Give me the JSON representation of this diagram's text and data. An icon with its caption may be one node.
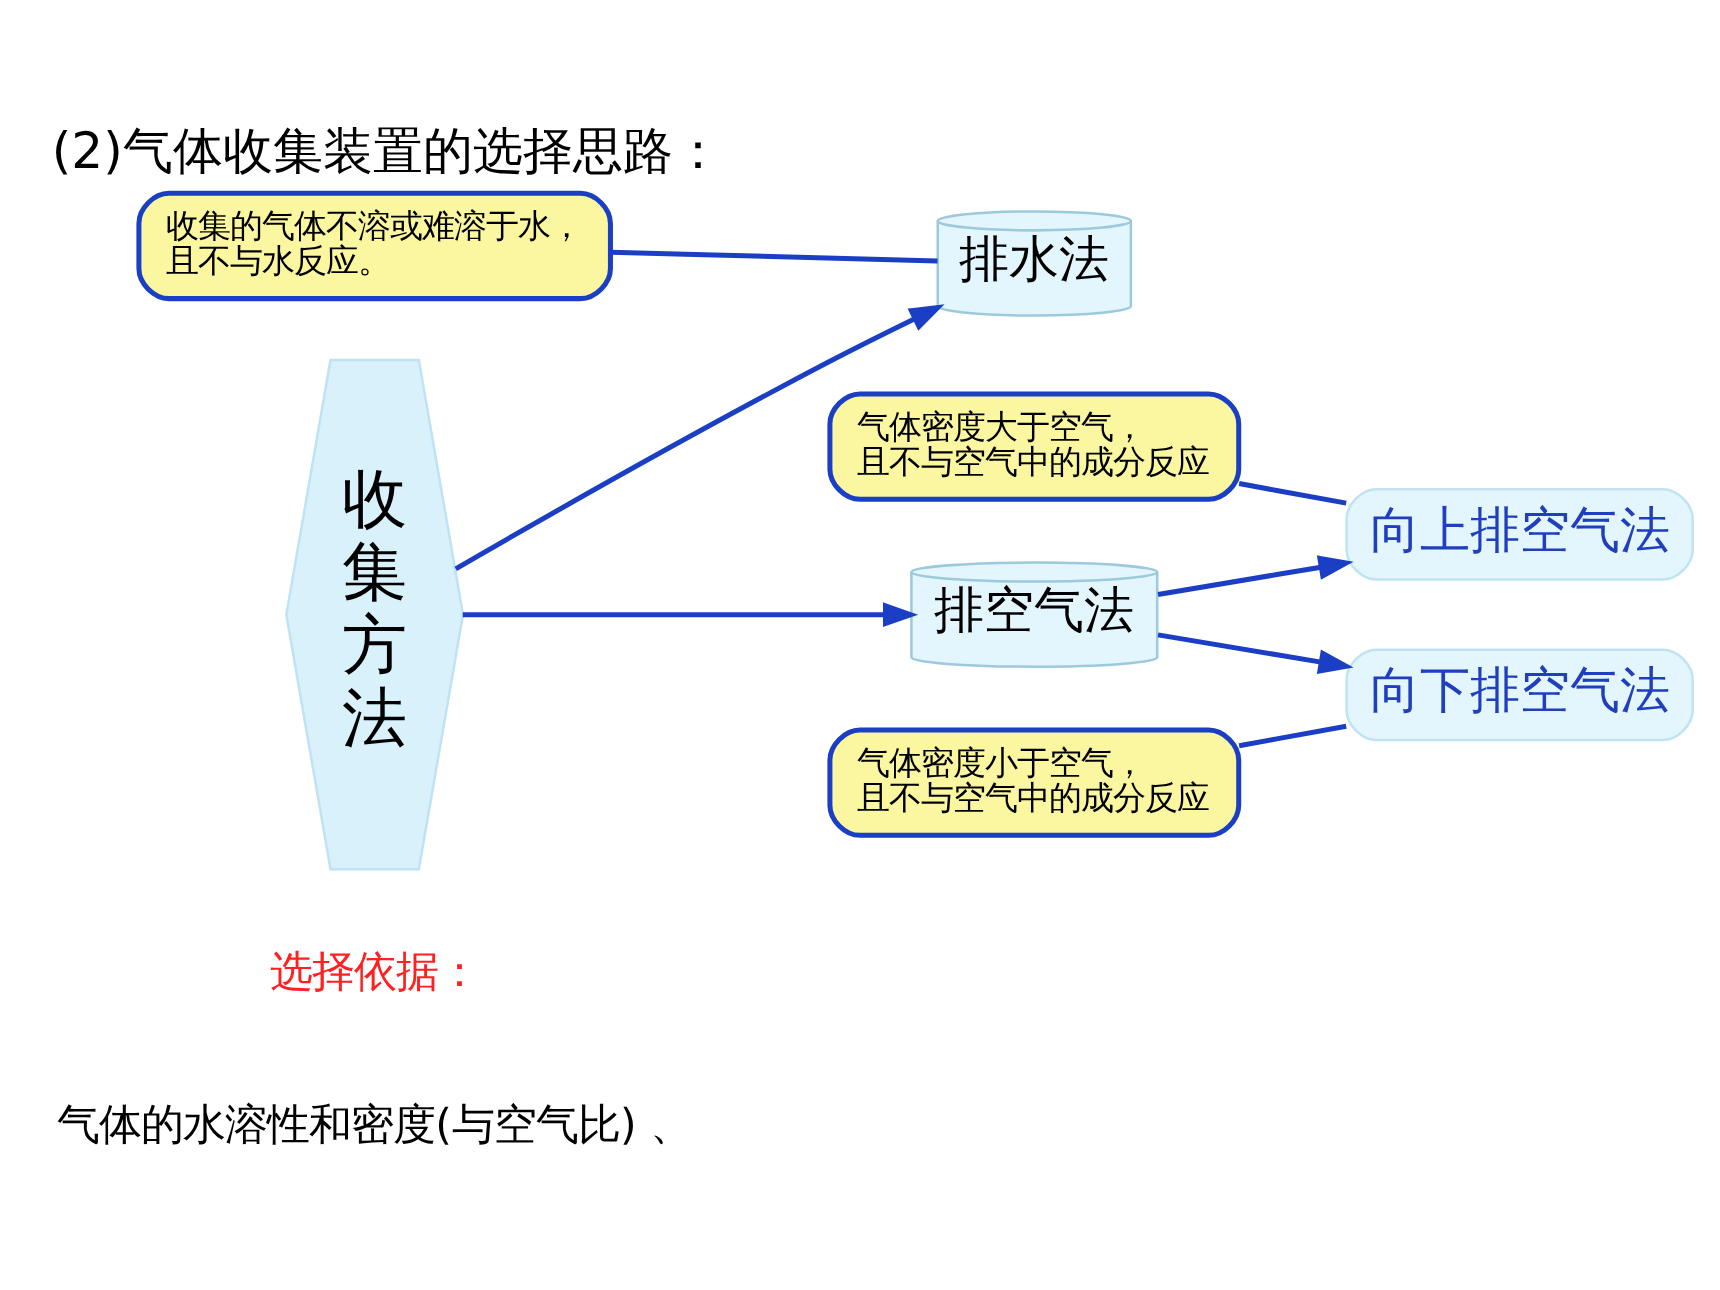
{
  "diagram": {
    "title": "(2)气体收集装置的选择思路：",
    "nodes": [
      {
        "text": [
          "收集方法"
        ]
      },
      {
        "text": [
          "排水法"
        ]
      },
      {
        "text": [
          "排空气法"
        ]
      },
      {
        "text": [
          "向上排空气法"
        ]
      },
      {
        "text": [
          "向下排空气法"
        ]
      },
      {
        "text": [
          "收集的气体不溶或难溶于水，且不与水反应。"
        ]
      },
      {
        "text": [
          "气体密度大于空气，且不与空气中的成分反应"
        ]
      },
      {
        "text": [
          "气体密度小于空气，且不与空气中的成分反应"
        ]
      }
    ],
    "edges": [
      {
        "from": 0,
        "to": 1,
        "arrow": "to"
      },
      {
        "from": 0,
        "to": 2,
        "arrow": "to"
      },
      {
        "from": 2,
        "to": 3,
        "arrow": "to"
      },
      {
        "from": 2,
        "to": 4,
        "arrow": "to"
      },
      {
        "from": 5,
        "to": 1,
        "arrow": "none"
      },
      {
        "from": 6,
        "to": 3,
        "arrow": "none"
      },
      {
        "from": 7,
        "to": 4,
        "arrow": "none"
      }
    ],
    "labels": [
      "选择依据：",
      "气体的水溶性和密度(与空气比) 、"
    ]
  }
}
